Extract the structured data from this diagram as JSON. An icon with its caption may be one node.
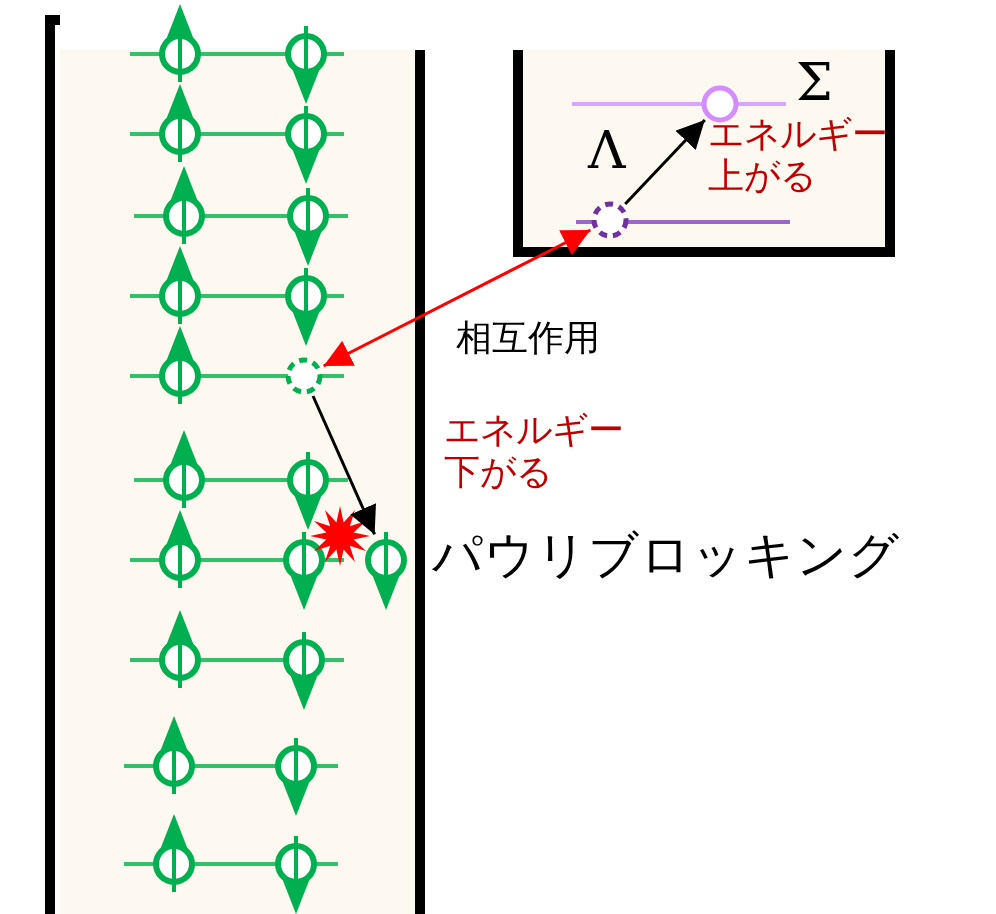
{
  "diagram": {
    "nodes": [
      {
        "text": [],
        "shape": "circle"
      },
      {
        "text": [],
        "shape": "circle",
        "beside": [
          "Λ"
        ]
      },
      {
        "text": [],
        "shape": "circle",
        "beside": [
          "Σ"
        ]
      },
      {
        "text": [],
        "shape": "picture"
      }
    ],
    "edges": [
      {
        "from": 0,
        "to": 1,
        "arrow": "both",
        "color": "#ff0000"
      },
      {
        "from": 1,
        "to": 2,
        "arrow": "to"
      },
      {
        "from": 0,
        "to": 3,
        "arrow": "to"
      }
    ],
    "labels": [
      "エネルギー上がる",
      "相互作用",
      "エネルギー下がる",
      "パウリブロッキング"
    ]
  }
}
